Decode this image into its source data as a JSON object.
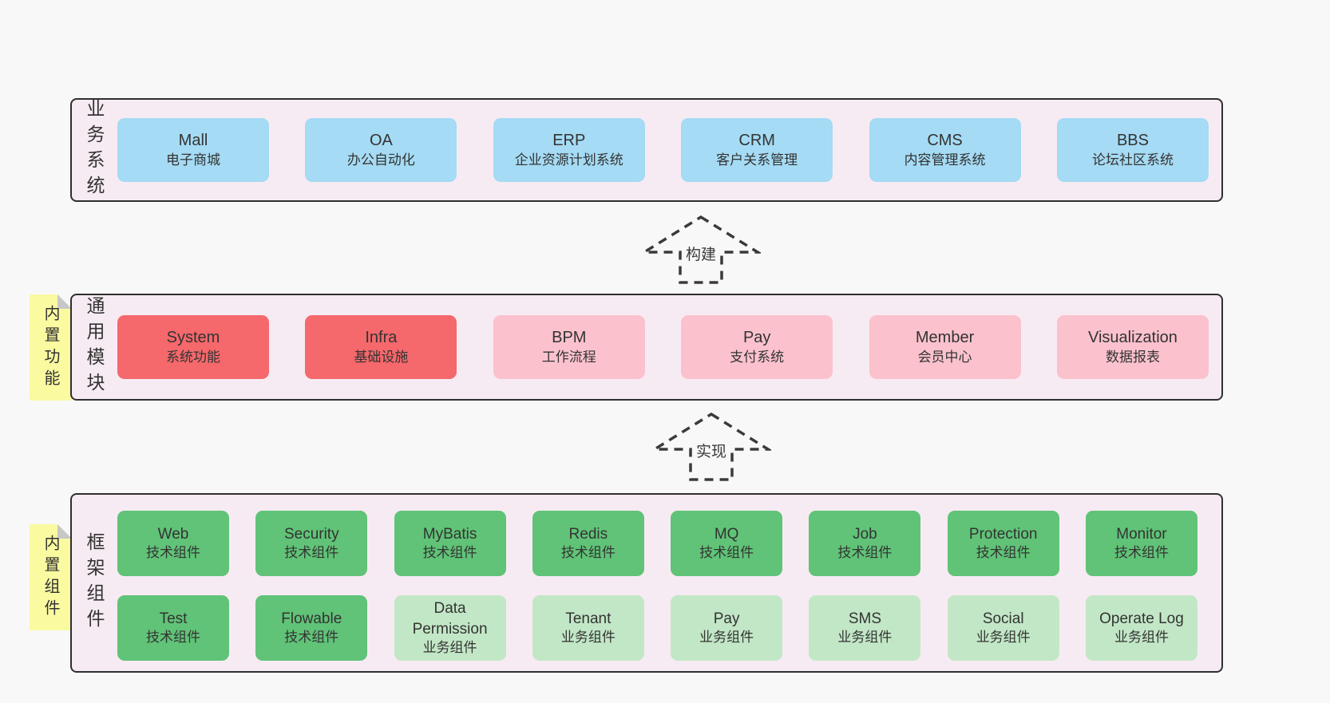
{
  "colors": {
    "page_bg": "#f8f8f8",
    "band_bg": "#f7ebf3",
    "band_border": "#2f2f2f",
    "box_blue": "#a5dbf4",
    "box_red": "#f5686b",
    "box_pink": "#fbc2cd",
    "box_green": "#60c377",
    "box_green_light": "#c2e7c6",
    "sticky_yellow": "#fafaa0",
    "sticky_fold_gray": "#c7c7c7",
    "text": "#333333"
  },
  "arrows": {
    "build": "构建",
    "implement": "实现"
  },
  "bands": {
    "business": {
      "label": "业务系统",
      "boxes": [
        {
          "title": "Mall",
          "subtitle": "电子商城"
        },
        {
          "title": "OA",
          "subtitle": "办公自动化"
        },
        {
          "title": "ERP",
          "subtitle": "企业资源计划系统"
        },
        {
          "title": "CRM",
          "subtitle": "客户关系管理"
        },
        {
          "title": "CMS",
          "subtitle": "内容管理系统"
        },
        {
          "title": "BBS",
          "subtitle": "论坛社区系统"
        }
      ]
    },
    "modules": {
      "label": "通用模块",
      "sticky": "内置功能",
      "boxes": [
        {
          "title": "System",
          "subtitle": "系统功能",
          "variant": "red"
        },
        {
          "title": "Infra",
          "subtitle": "基础设施",
          "variant": "red"
        },
        {
          "title": "BPM",
          "subtitle": "工作流程",
          "variant": "pink"
        },
        {
          "title": "Pay",
          "subtitle": "支付系统",
          "variant": "pink"
        },
        {
          "title": "Member",
          "subtitle": "会员中心",
          "variant": "pink"
        },
        {
          "title": "Visualization",
          "subtitle": "数据报表",
          "variant": "pink"
        }
      ]
    },
    "components": {
      "label": "框架组件",
      "sticky": "内置组件",
      "row1": [
        {
          "title": "Web",
          "subtitle": "技术组件",
          "variant": "green"
        },
        {
          "title": "Security",
          "subtitle": "技术组件",
          "variant": "green"
        },
        {
          "title": "MyBatis",
          "subtitle": "技术组件",
          "variant": "green"
        },
        {
          "title": "Redis",
          "subtitle": "技术组件",
          "variant": "green"
        },
        {
          "title": "MQ",
          "subtitle": "技术组件",
          "variant": "green"
        },
        {
          "title": "Job",
          "subtitle": "技术组件",
          "variant": "green"
        },
        {
          "title": "Protection",
          "subtitle": "技术组件",
          "variant": "green"
        },
        {
          "title": "Monitor",
          "subtitle": "技术组件",
          "variant": "green"
        }
      ],
      "row2": [
        {
          "title": "Test",
          "subtitle": "技术组件",
          "variant": "green"
        },
        {
          "title": "Flowable",
          "subtitle": "技术组件",
          "variant": "green"
        },
        {
          "title": "Data Permission",
          "subtitle": "业务组件",
          "variant": "green-light"
        },
        {
          "title": "Tenant",
          "subtitle": "业务组件",
          "variant": "green-light"
        },
        {
          "title": "Pay",
          "subtitle": "业务组件",
          "variant": "green-light"
        },
        {
          "title": "SMS",
          "subtitle": "业务组件",
          "variant": "green-light"
        },
        {
          "title": "Social",
          "subtitle": "业务组件",
          "variant": "green-light"
        },
        {
          "title": "Operate Log",
          "subtitle": "业务组件",
          "variant": "green-light"
        }
      ]
    }
  }
}
